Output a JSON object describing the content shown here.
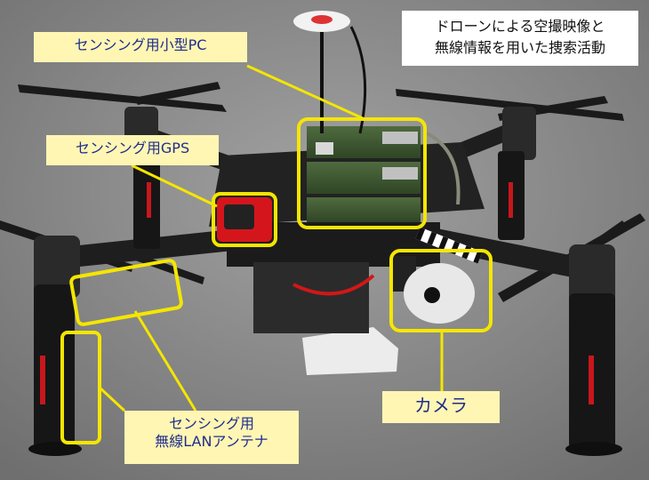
{
  "caption": {
    "lines": [
      "ドローンによる空撮映像と",
      "無線情報を用いた捜索活動"
    ]
  },
  "labels": {
    "sensing_pc": "センシング用小型PC",
    "sensing_gps": "センシング用GPS",
    "antenna": [
      "センシング用",
      "無線LANアンテナ"
    ],
    "camera": "カメラ"
  },
  "colors": {
    "highlight": "#f4e600",
    "label_bg": "#fff6b3",
    "label_text": "#1f2d8f",
    "asphalt": "#8d8d8d"
  }
}
